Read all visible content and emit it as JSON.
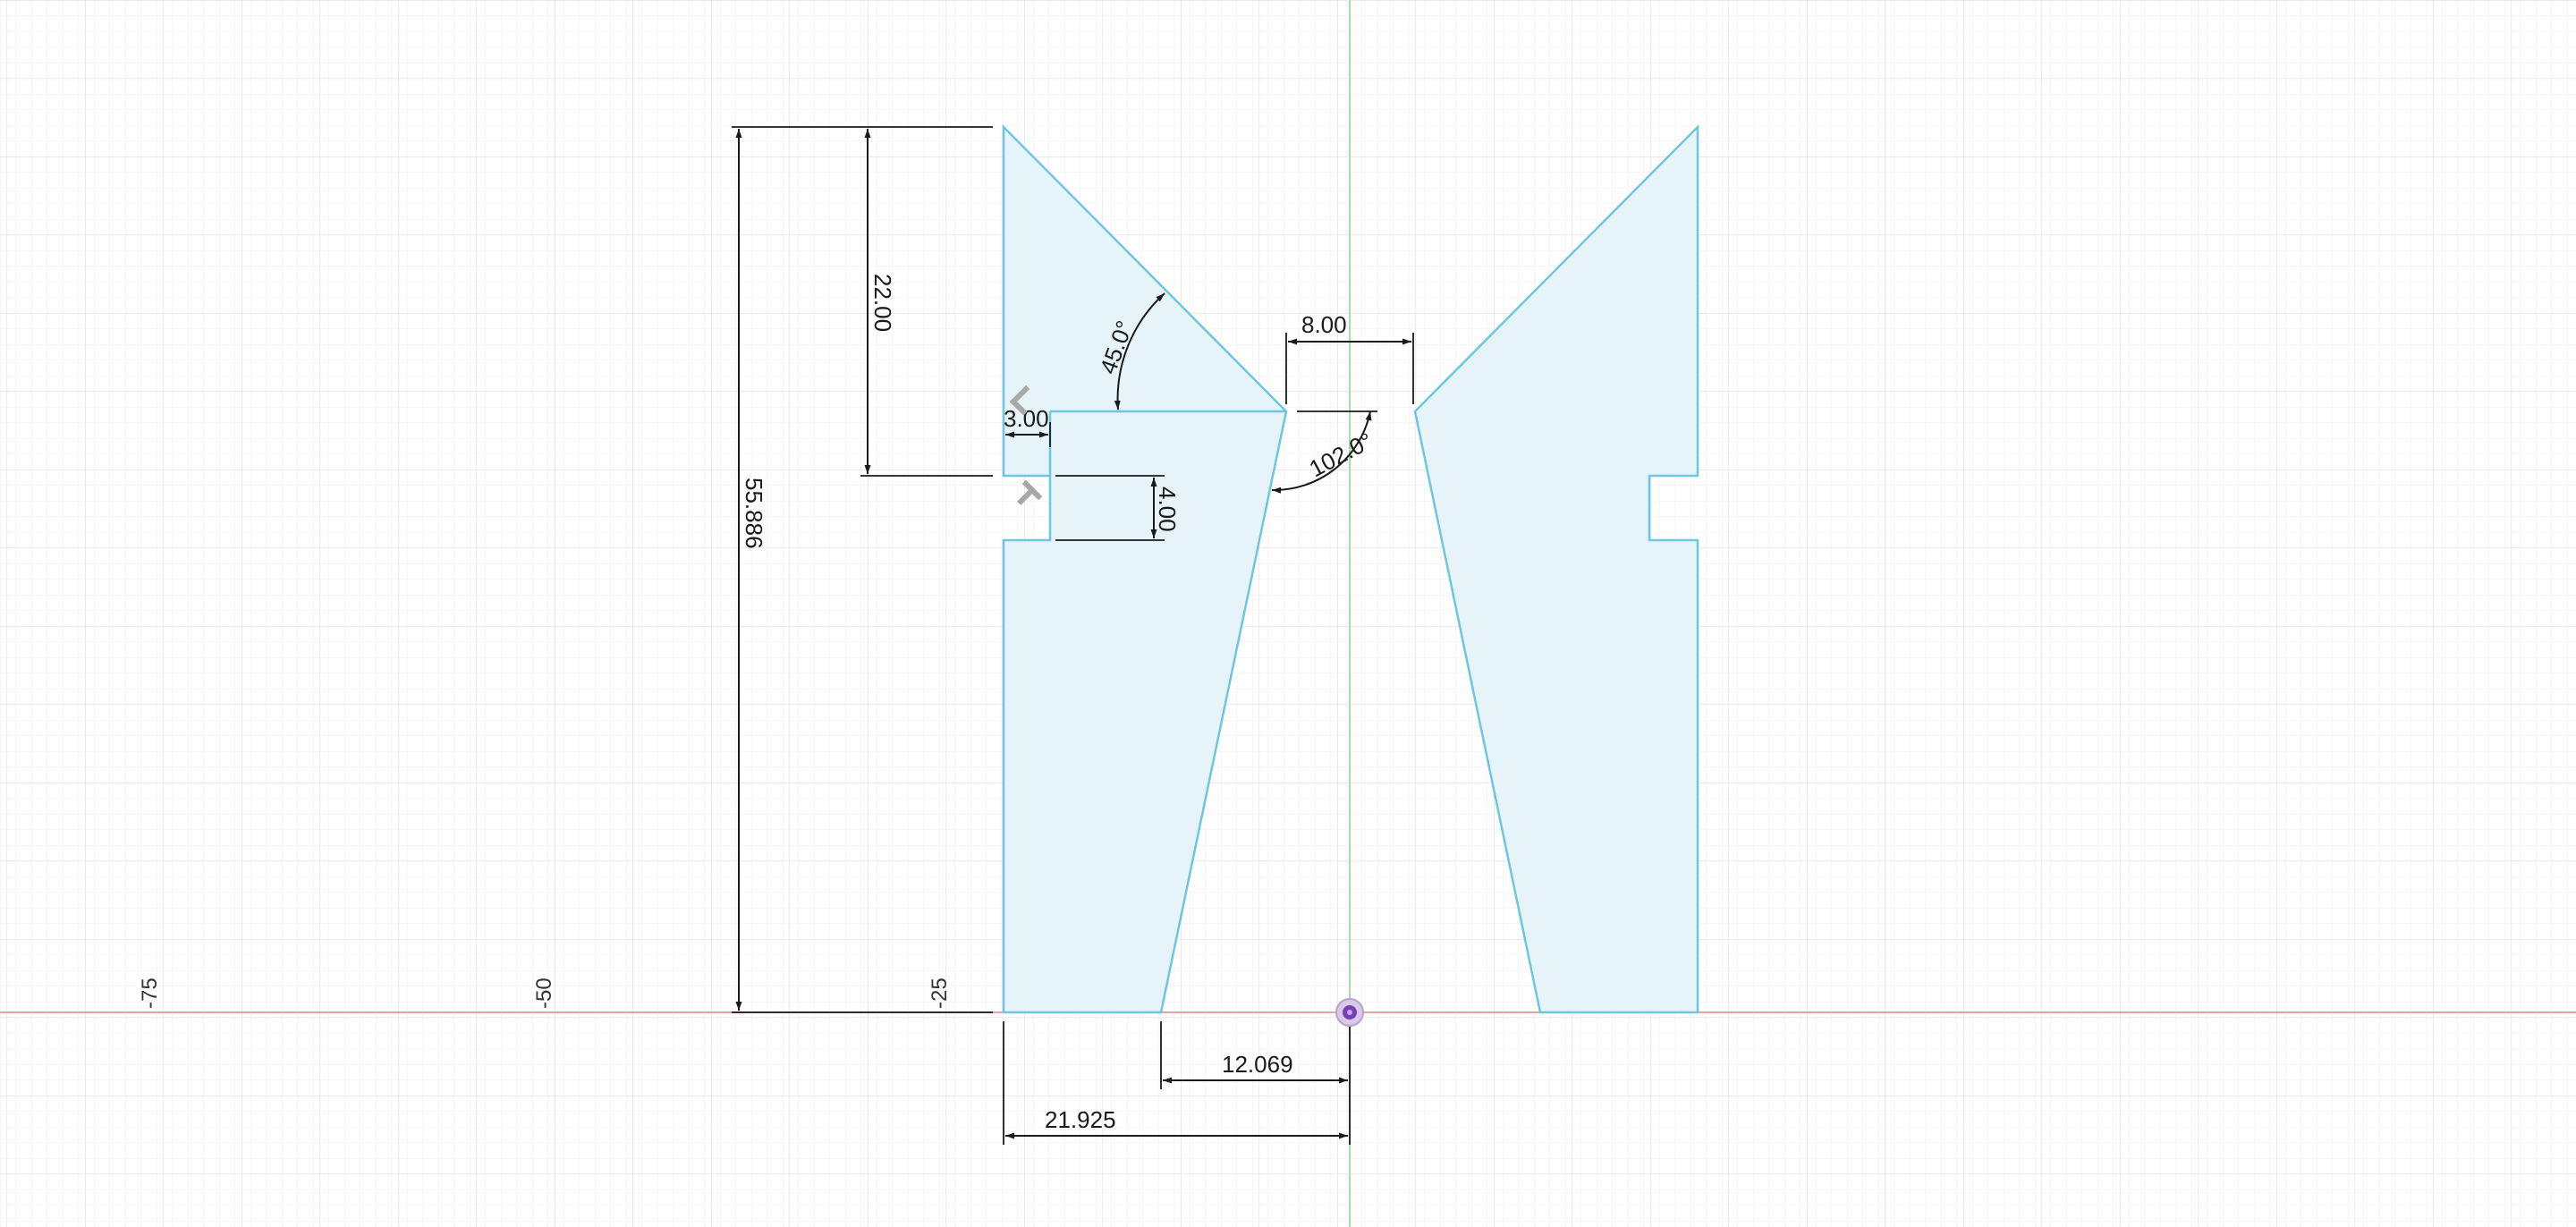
{
  "colors": {
    "background": "#ffffff",
    "grid_minor": "#eeeeee",
    "grid_major": "#dcdcdc",
    "x_axis": "#e8a0a0",
    "y_axis": "#a8dca8",
    "profile_stroke": "#6ec6e0",
    "profile_fill": "#e6f4fa",
    "dimension": "#1a1a1a",
    "origin": "#7a3fb0"
  },
  "axis_ticks": {
    "t75": "-75",
    "t50": "-50",
    "t25": "-25"
  },
  "dimensions": {
    "d_22": "22.00",
    "d_55886": "55.886",
    "d_45": "45.0°",
    "d_8": "8.00",
    "d_3": "3.00",
    "d_4": "4.00",
    "d_102": "102.0°",
    "d_12069": "12.069",
    "d_21925": "21.925"
  },
  "constraint_icons": [
    "perpendicular-constraint-icon",
    "perpendicular-constraint-icon"
  ]
}
